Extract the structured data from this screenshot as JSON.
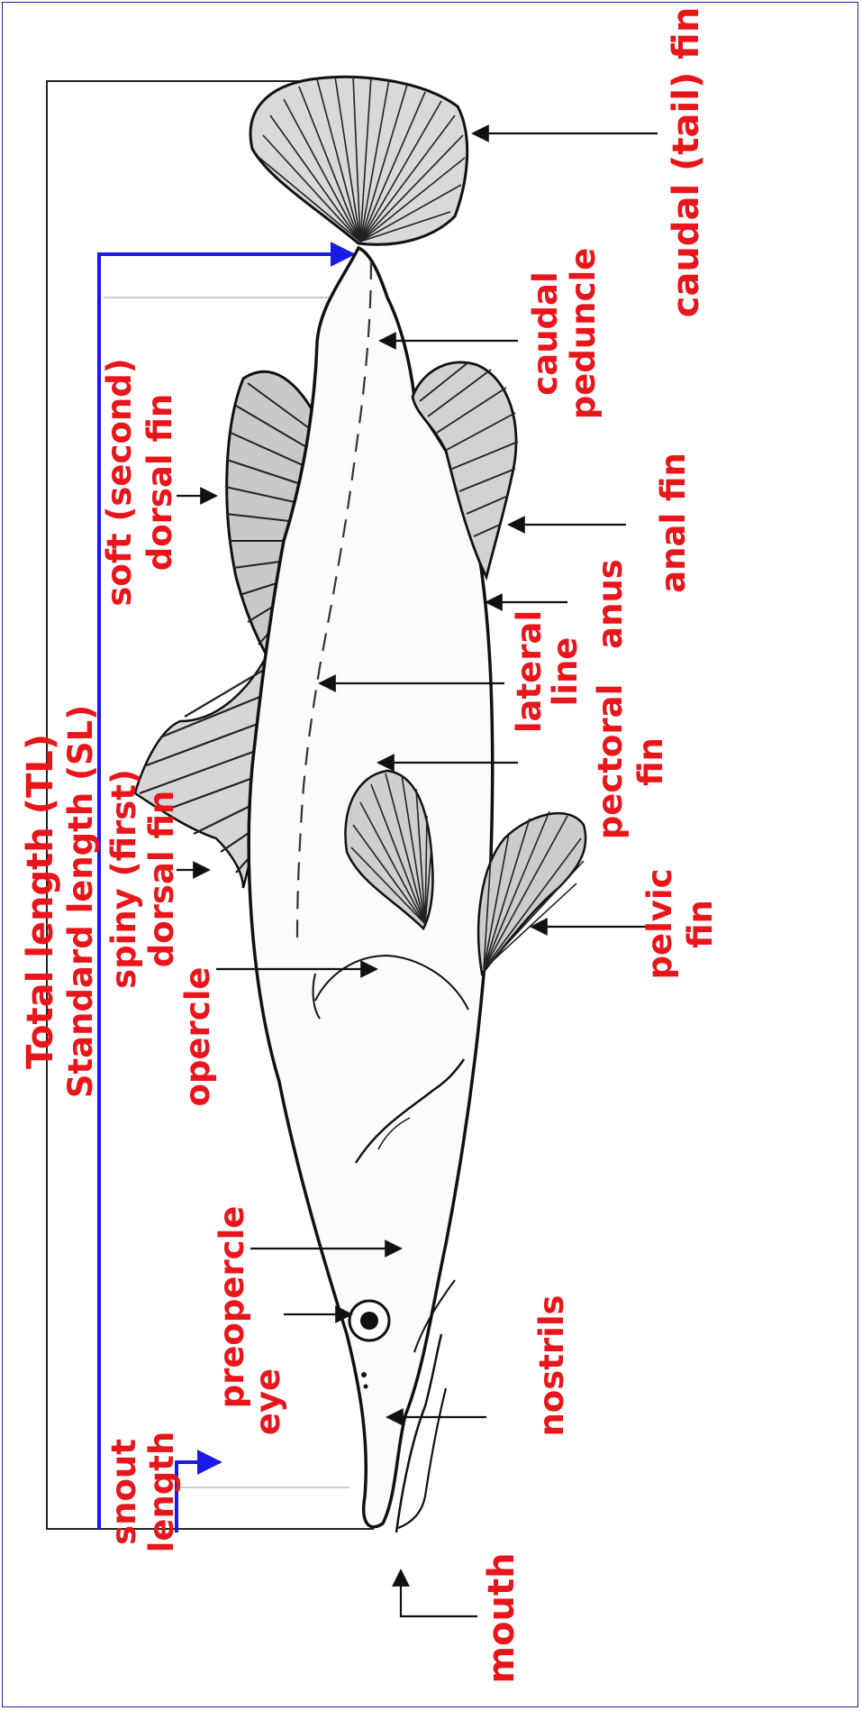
{
  "colors": {
    "label": "#e8161b",
    "measure": "#1a1ae6",
    "outline": "#111111",
    "frame": "#1a1ab0"
  },
  "labels": {
    "total_length": "Total length (TL)",
    "standard_length": "Standard length (SL)",
    "snout": "snout",
    "snout_length": "length",
    "eye": "eye",
    "preopercle": "preopercle",
    "opercle": "opercle",
    "spiny_dorsal_1": "spiny (first)",
    "spiny_dorsal_2": "dorsal fin",
    "soft_dorsal_1": "soft (second)",
    "soft_dorsal_2": "dorsal fin",
    "caudal_fin": "caudal (tail) fin",
    "caudal_peduncle_1": "caudal",
    "caudal_peduncle_2": "peduncle",
    "anal_fin": "anal fin",
    "anus": "anus",
    "lateral_line_1": "lateral",
    "lateral_line_2": "line",
    "pectoral_fin_1": "pectoral",
    "pectoral_fin_2": "fin",
    "pelvic_fin_1": "pelvic",
    "pelvic_fin_2": "fin",
    "nostrils": "nostrils",
    "mouth": "mouth"
  }
}
